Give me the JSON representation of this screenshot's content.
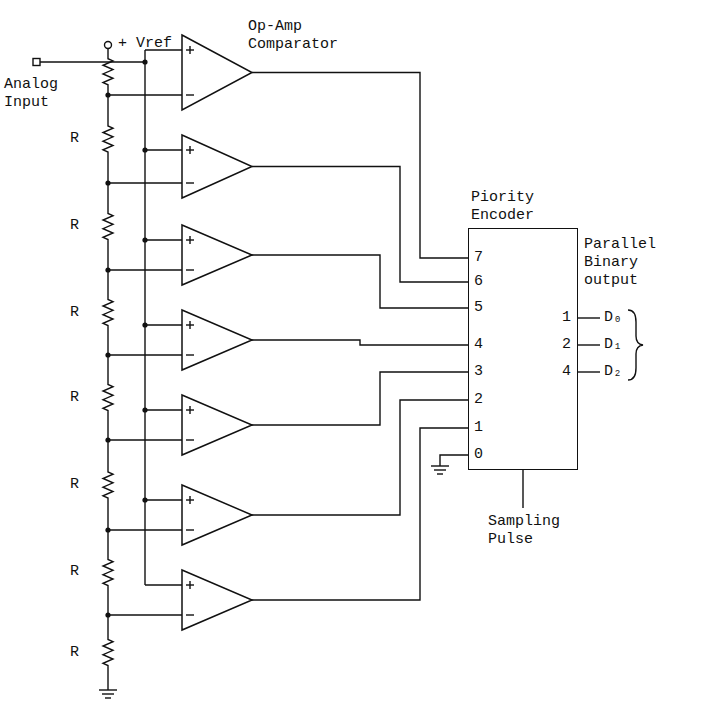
{
  "diagram": {
    "nodes": [
      {
        "text": [
          "Piority Encoder"
        ]
      }
    ],
    "labels": [
      "+ Vref",
      "Op-Amp Comparator",
      "Analog Input",
      "R",
      "R",
      "R",
      "R",
      "R",
      "R",
      "R",
      "7",
      "6",
      "5",
      "4",
      "3",
      "2",
      "1",
      "0",
      "1",
      "2",
      "4",
      "D₀",
      "D₁",
      "D₂",
      "Parallel Binary output",
      "Sampling Pulse"
    ]
  }
}
